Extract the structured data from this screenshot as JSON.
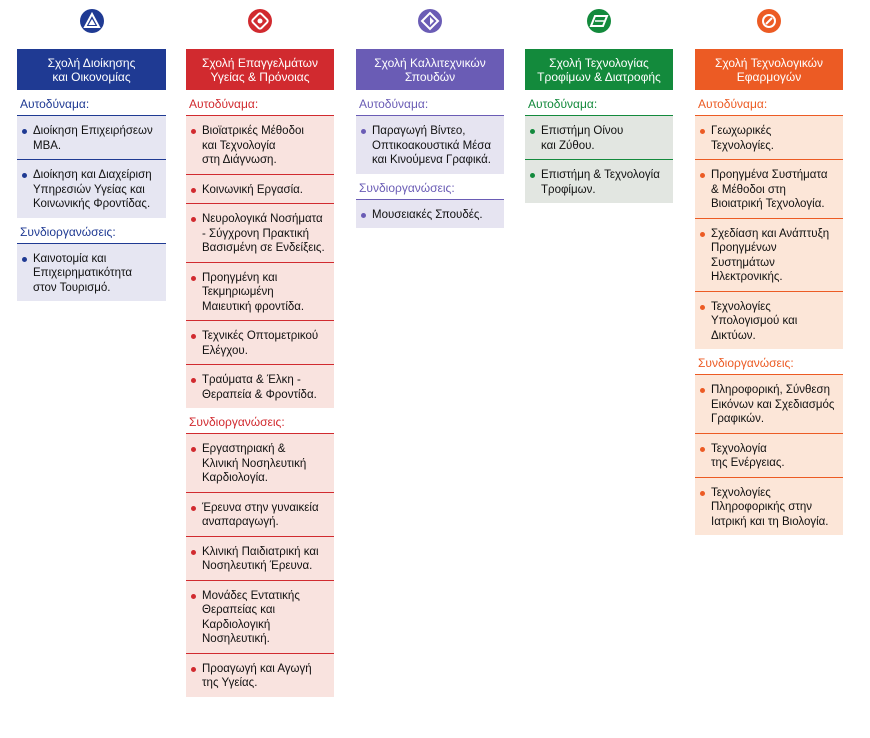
{
  "schools": [
    {
      "id": "school-management",
      "title": "Σχολή Διοίκησης\nκαι Οικονομίας",
      "icon": "triangle-logo-icon",
      "color": "#1f3a93",
      "bg": "#e6e6f2",
      "sections": [
        {
          "title": "Αυτοδύναμα:",
          "items": [
            "Διοίκηση Επιχειρήσεων\nMBA.",
            "Διοίκηση και Διαχείριση\nΥπηρεσιών Υγείας και\nΚοινωνικής Φροντίδας."
          ]
        },
        {
          "title": "Συνδιοργανώσεις:",
          "items": [
            "Καινοτομία και\nΕπιχειρηματικότητα\nστον Τουρισμό."
          ]
        }
      ]
    },
    {
      "id": "school-health",
      "title": "Σχολή Επαγγελμάτων\nΥγείας & Πρόνοιας",
      "icon": "heart-logo-icon",
      "color": "#d12a2f",
      "bg": "#f9e3df",
      "sections": [
        {
          "title": "Αυτοδύναμα:",
          "items": [
            "Βιοϊατρικές Μέθοδοι\nκαι Τεχνολογία\nστη Διάγνωση.",
            "Κοινωνική Εργασία.",
            "Νευρολογικά Νοσήματα\n- Σύγχρονη Πρακτική\nΒασισμένη σε Ενδείξεις.",
            "Προηγμένη και\nΤεκμηριωμένη\nΜαιευτική φροντίδα.",
            "Τεχνικές Οπτομετρικού\nΕλέγχου.",
            "Τραύματα & Έλκη -\nΘεραπεία & Φροντίδα."
          ]
        },
        {
          "title": "Συνδιοργανώσεις:",
          "items": [
            "Εργαστηριακή &\nΚλινική Νοσηλευτική\nΚαρδιολογία.",
            "Έρευνα στην γυναικεία\nαναπαραγωγή.",
            "Κλινική Παιδιατρική και\nΝοσηλευτική Έρευνα.",
            "Μονάδες Εντατικής\nΘεραπείας και\nΚαρδιολογική\nΝοσηλευτική.",
            "Προαγωγή και Αγωγή\nτης Υγείας."
          ]
        }
      ]
    },
    {
      "id": "school-arts",
      "title": "Σχολή Καλλιτεχνικών\nΣπουδών",
      "icon": "diamond-logo-icon",
      "color": "#6a5cb5",
      "bg": "#e6e4f1",
      "sections": [
        {
          "title": "Αυτοδύναμα:",
          "items": [
            "Παραγωγή Βίντεο,\nΟπτικοακουστικά Μέσα\nκαι Κινούμενα Γραφικά."
          ]
        },
        {
          "title": "Συνδιοργανώσεις:",
          "items": [
            "Μουσειακές Σπουδές."
          ]
        }
      ]
    },
    {
      "id": "school-food",
      "title": "Σχολή Τεχνολογίας\nΤροφίμων & Διατροφής",
      "icon": "parallelogram-logo-icon",
      "color": "#138a3c",
      "bg": "#e2e6e1",
      "sections": [
        {
          "title": "Αυτοδύναμα:",
          "items": [
            "Επιστήμη Οίνου\nκαι Ζύθου.",
            "Επιστήμη & Τεχνολογία\nΤροφίμων."
          ]
        }
      ]
    },
    {
      "id": "school-applied",
      "title": "Σχολή Τεχνολογικών\nΕφαρμογών",
      "icon": "circle-logo-icon",
      "color": "#ec5b24",
      "bg": "#fce6d8",
      "sections": [
        {
          "title": "Αυτοδύναμα:",
          "items": [
            "Γεωχωρικές\nΤεχνολογίες.",
            "Προηγμένα Συστήματα\n& Μέθοδοι στη\nΒιοιατρική Τεχνολογία.",
            "Σχεδίαση και Ανάπτυξη\nΠρoηγμένων\nΣυστημάτων\nΗλεκτρονικής.",
            "Τεχνολογίες\nΥπολογισμού και\nΔικτύων."
          ]
        },
        {
          "title": "Συνδιοργανώσεις:",
          "items": [
            "Πληροφορική, Σύνθεση\nΕικόνων και Σχεδιασμός\nΓραφικών.",
            "Τεχνολογία\nτης Ενέργειας.",
            "Τεχνολογίες\nΠληροφορικής στην\nΙατρική και τη Βιολογία."
          ]
        }
      ]
    }
  ]
}
